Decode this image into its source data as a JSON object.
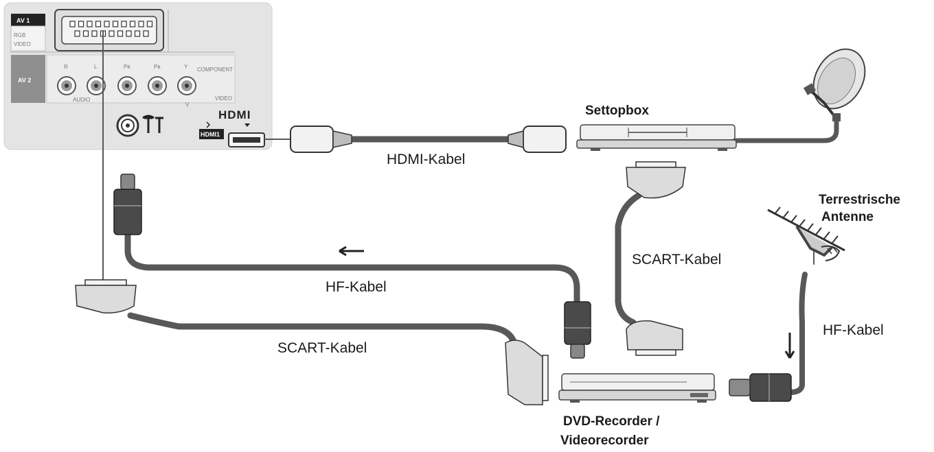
{
  "tv_panel": {
    "av1": "AV 1",
    "rgb": "RGB",
    "video": "VIDEO",
    "av2": "AV 2",
    "port_r": "R",
    "port_l": "L",
    "port_pr": "Pʀ",
    "port_pb": "Pʙ",
    "port_y": "Y",
    "audio": "AUDIO",
    "component": "COMPONENT",
    "video2": "VIDEO",
    "v_mark": "V",
    "hdmi_logo": "HDMI",
    "hdmi1": "HDMI1"
  },
  "labels": {
    "hdmi_cable": "HDMI-Kabel",
    "settopbox": "Settopbox",
    "terrestrial_line1": "Terrestrische",
    "terrestrial_line2": "Antenne",
    "scart_cable_right": "SCART-Kabel",
    "hf_cable_middle": "HF-Kabel",
    "hf_cable_right": "HF-Kabel",
    "scart_cable_left": "SCART-Kabel",
    "recorder_line1": "DVD-Recorder /",
    "recorder_line2": "Videorecorder"
  },
  "colors": {
    "cable": "#585858",
    "panel": "#e6e6e6",
    "device": "#ececec",
    "dark": "#333333"
  }
}
